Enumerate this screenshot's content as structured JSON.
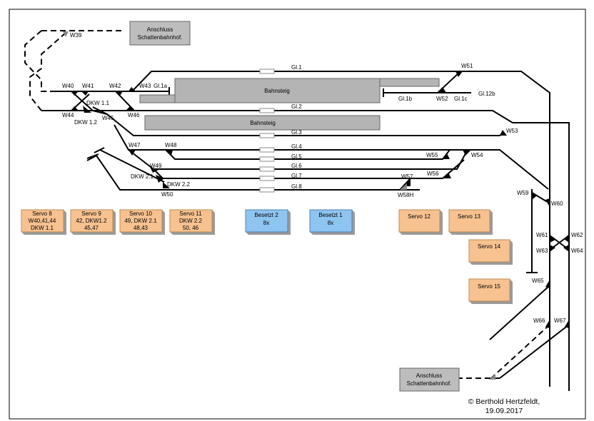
{
  "colors": {
    "track": "#000000",
    "platform": "#b4b4b4",
    "shadow_box": "#bdbdbd",
    "servo_box": "#f7c290",
    "occupancy_box": "#8ec4f0",
    "box_side": "#9a9a9a"
  },
  "shadow_station": {
    "top": {
      "line1": "Anschluss",
      "line2": "Schattenbahnhof."
    },
    "bottom": {
      "line1": "Anschluss",
      "line2": "Schattenbahnhof."
    }
  },
  "platforms": {
    "upper": "Bahnsteig",
    "lower": "Bahnsteig"
  },
  "tracks": {
    "gl1": "Gl.1",
    "gl1a": "Gl.1a",
    "gl1b": "Gl.1b",
    "gl1c": "Gl.1c",
    "gl12b": "Gl.12b",
    "gl2": "Gl.2",
    "gl3": "Gl.3",
    "gl4": "Gl.4",
    "gl5": "Gl.5",
    "gl6": "Gl.6",
    "gl7": "Gl.7",
    "gl8": "Gl.8"
  },
  "switches": {
    "w39": "W39",
    "w40": "W40",
    "w41": "W41",
    "w42": "W42",
    "w43": "W43",
    "w44": "W44",
    "w45": "W45",
    "w46": "W46",
    "w47": "W47",
    "w48": "W48",
    "w49": "W49",
    "w50": "W50",
    "w51": "W51",
    "w52": "W52",
    "w53": "W53",
    "w54": "W54",
    "w55": "W55",
    "w56": "W56",
    "w57": "W57",
    "w58h": "W58H",
    "w59": "W59",
    "w60": "W60",
    "w61": "W61",
    "w62": "W62",
    "w63": "W63",
    "w64": "W64",
    "w65": "W65",
    "w66": "W66",
    "w67": "W67",
    "dkw11": "DKW 1.1",
    "dkw12": "DKW 1.2",
    "dkw21": "DKW 2.1",
    "dkw22": "DKW 2.2"
  },
  "modules": {
    "servo8": {
      "line1": "Servo  8",
      "line2": "W40,41,44",
      "line3": "DKW 1.1"
    },
    "servo9": {
      "line1": "Servo  9",
      "line2": "42, DKW1.2",
      "line3": "45,47"
    },
    "servo10": {
      "line1": "Servo  10",
      "line2": "49, DKW 2.1",
      "line3": "48,43"
    },
    "servo11": {
      "line1": "Servo 11",
      "line2": "DKW 2.2",
      "line3": "50, 46"
    },
    "besetzt2": {
      "line1": "Besetzt 2",
      "line2": "8x"
    },
    "besetzt1": {
      "line1": "Besetzt 1",
      "line2": "8x"
    },
    "servo12": {
      "line1": "Servo  12"
    },
    "servo13": {
      "line1": "Servo  13"
    },
    "servo14": {
      "line1": "Servo  14"
    },
    "servo15": {
      "line1": "Servo  15"
    }
  },
  "footer": {
    "copyright": "© Berthold Hertzfeldt,",
    "date": "19.09.2017"
  }
}
